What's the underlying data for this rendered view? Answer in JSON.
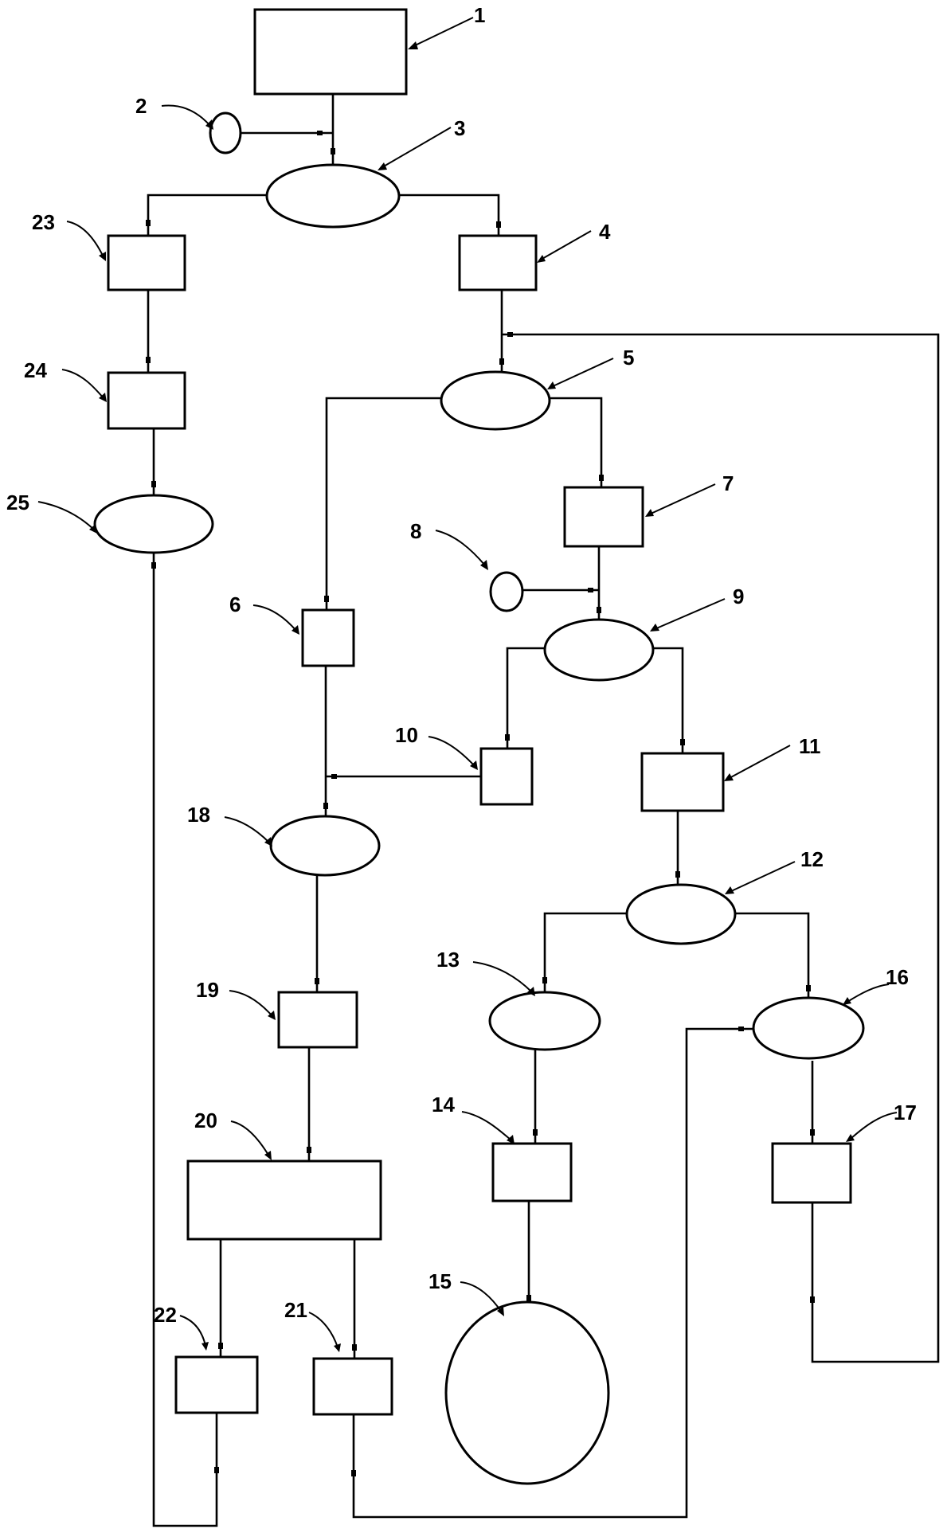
{
  "diagram": {
    "colors": {
      "stroke": "#000000",
      "background": "#ffffff"
    },
    "labels": {
      "n1": "1",
      "n2": "2",
      "n3": "3",
      "n4": "4",
      "n5": "5",
      "n6": "6",
      "n7": "7",
      "n8": "8",
      "n9": "9",
      "n10": "10",
      "n11": "11",
      "n12": "12",
      "n13": "13",
      "n14": "14",
      "n15": "15",
      "n16": "16",
      "n17": "17",
      "n18": "18",
      "n19": "19",
      "n20": "20",
      "n21": "21",
      "n22": "22",
      "n23": "23",
      "n24": "24",
      "n25": "25"
    }
  }
}
